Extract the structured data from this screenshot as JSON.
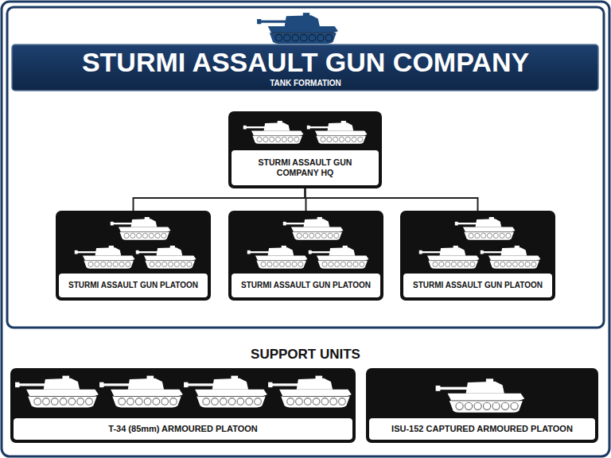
{
  "diagram": {
    "title": "STURMI ASSAULT GUN COMPANY",
    "nodes": [
      {
        "text": [
          "STURMI ASSAULT GUN COMPANY HQ"
        ]
      },
      {
        "text": [
          "STURMI ASSAULT GUN PLATOON"
        ]
      },
      {
        "text": [
          "STURMI ASSAULT GUN PLATOON"
        ]
      },
      {
        "text": [
          "STURMI ASSAULT GUN PLATOON"
        ]
      },
      {
        "text": [
          "T-34 (85mm) ARMOURED PLATOON"
        ]
      },
      {
        "text": [
          "ISU-152 CAPTURED ARMOURED PLATOON"
        ]
      }
    ],
    "edges": [
      {
        "from": 0,
        "to": 1,
        "arrow": "none"
      },
      {
        "from": 0,
        "to": 2,
        "arrow": "none"
      },
      {
        "from": 0,
        "to": 3,
        "arrow": "none"
      }
    ],
    "labels": [
      "TANK FORMATION",
      "SUPPORT UNITS"
    ]
  }
}
